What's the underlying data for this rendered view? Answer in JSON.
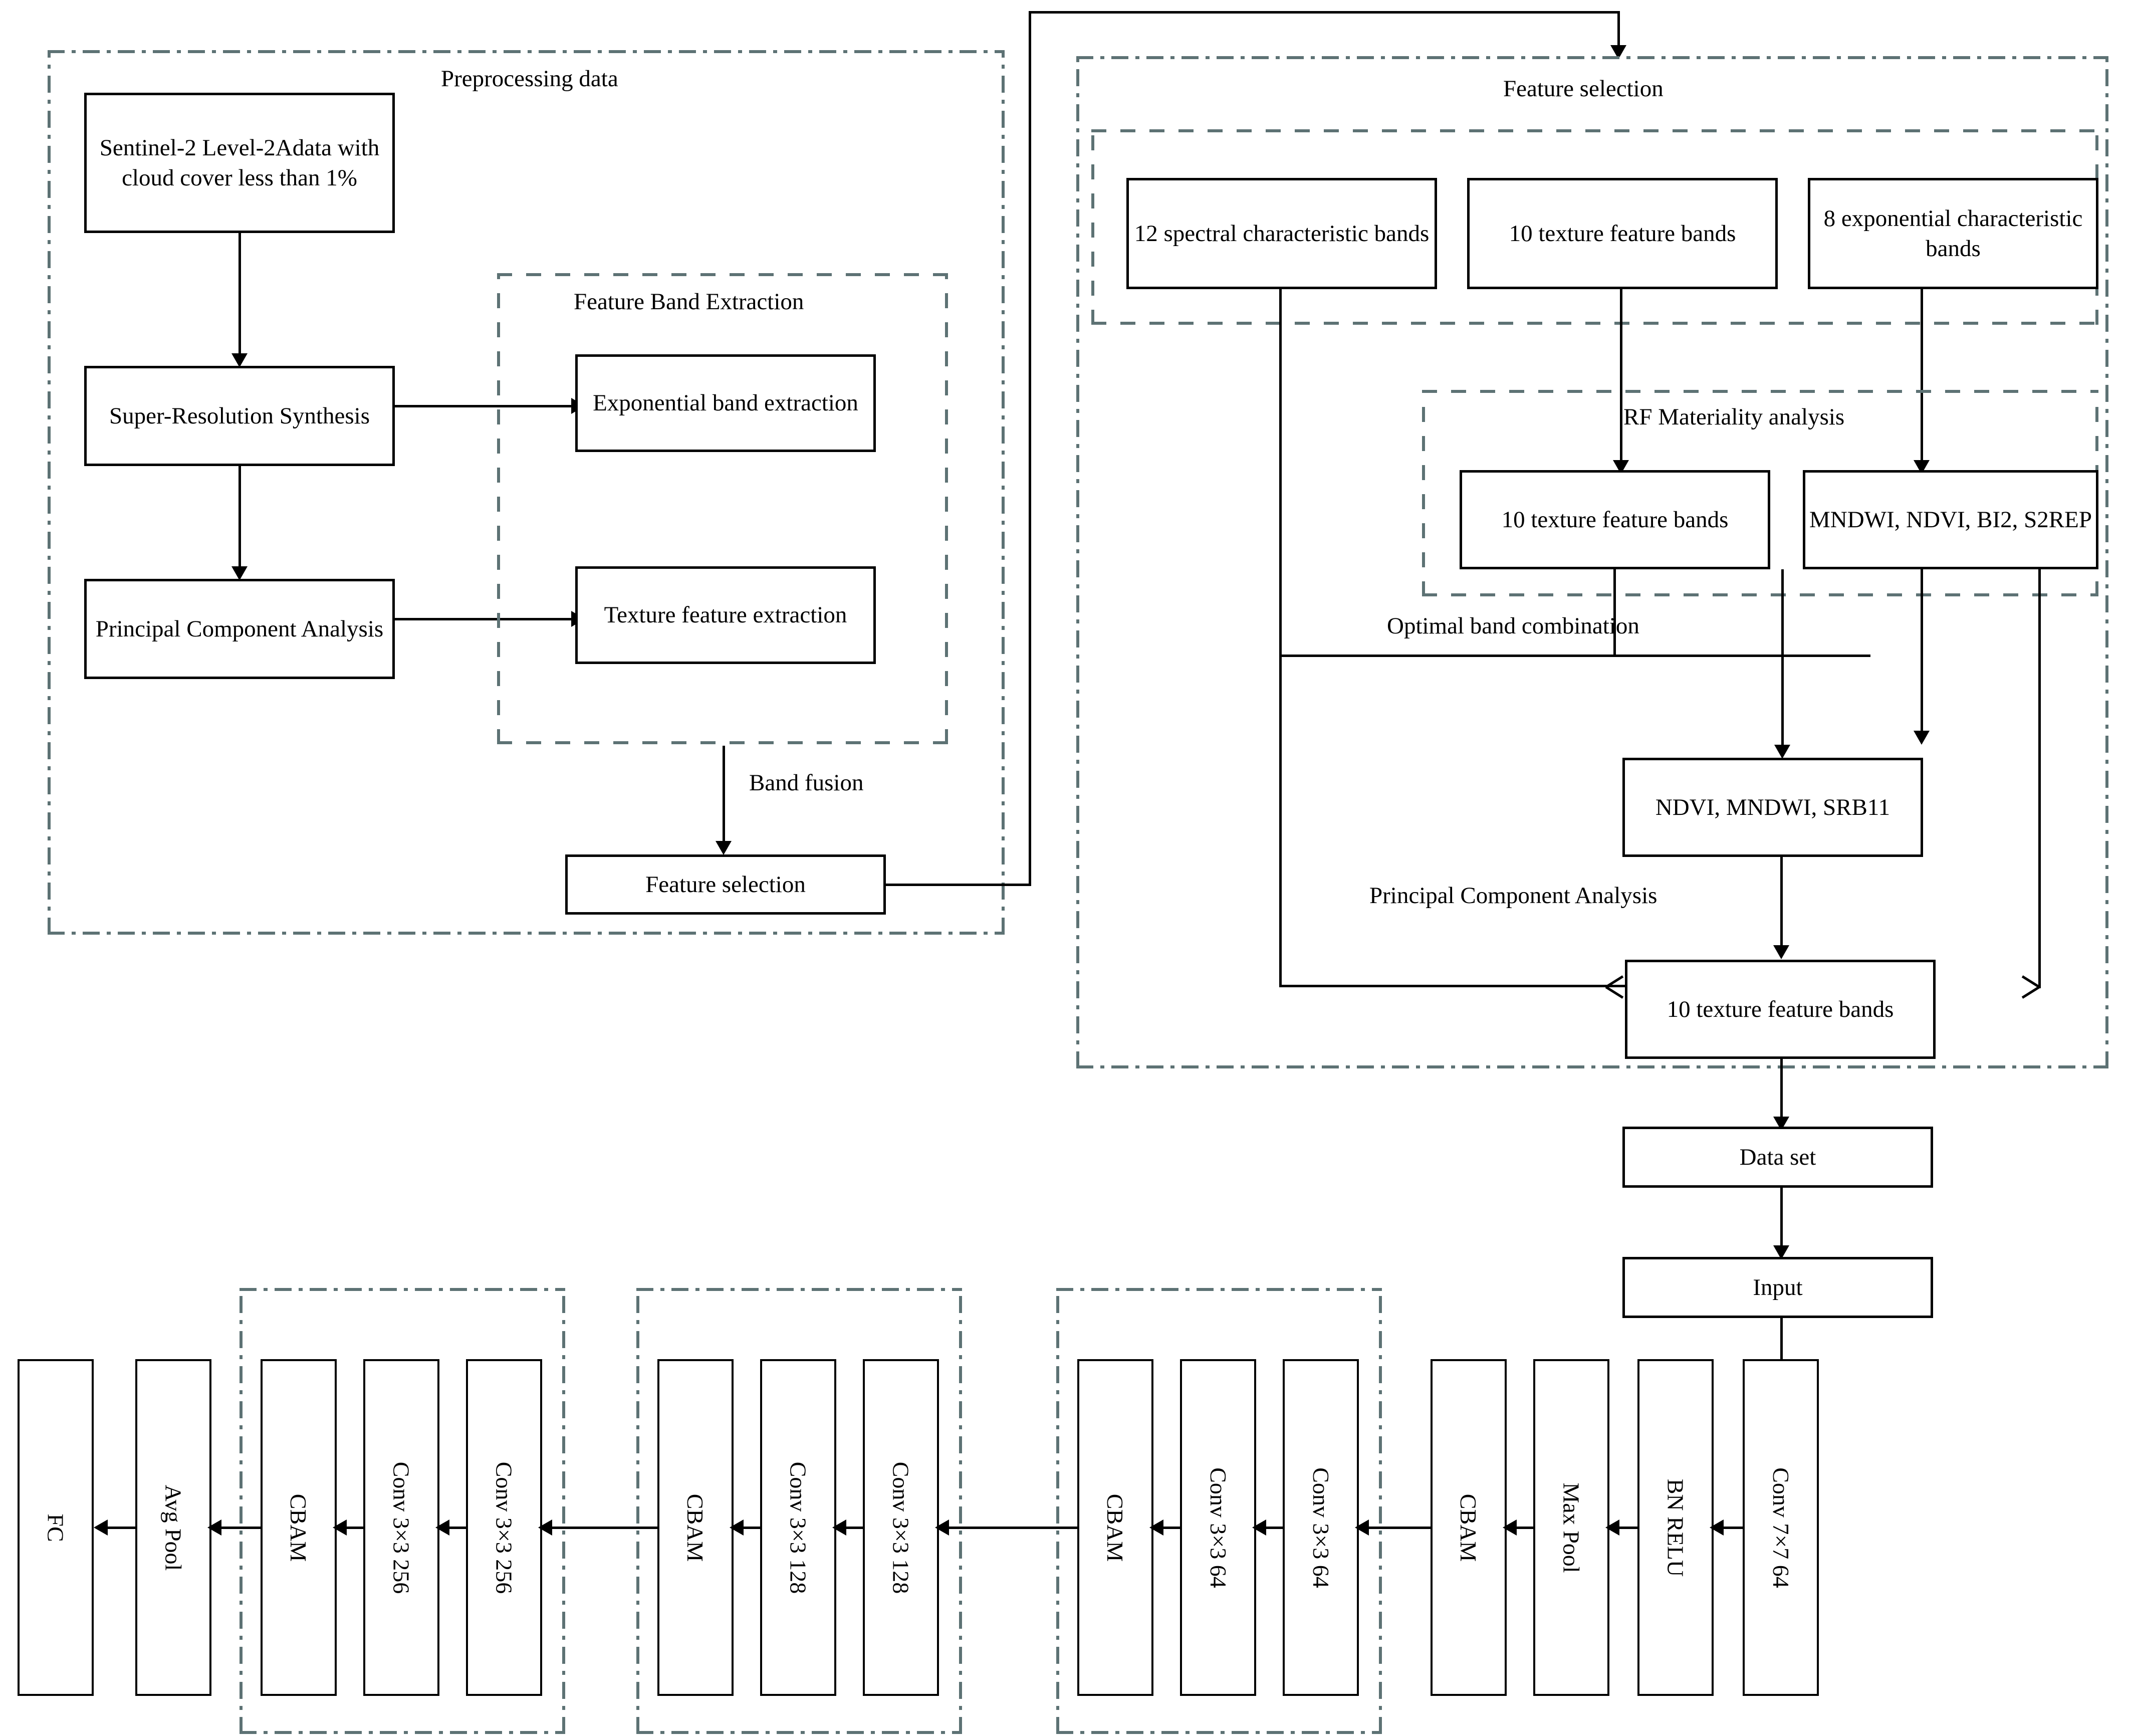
{
  "diagram": {
    "title_preprocessing": "Preprocessing data",
    "title_feature_selection": "Feature selection",
    "title_feature_band_extraction": "Feature Band Extraction",
    "title_rf_materiality": "RF Materiality analysis"
  },
  "preprocessing": {
    "panel_label": "Preprocessing data",
    "boxes": {
      "sentinel": "Sentinel-2 Level-2Adata with cloud cover less than 1%",
      "super_resolution": "Super-Resolution Synthesis",
      "pca": "Principal Component Analysis",
      "feature_selection": "Feature selection"
    },
    "sub_panel": {
      "label": "Feature Band Extraction",
      "boxes": {
        "exponential": "Exponential band extraction",
        "texture": "Texture feature extraction"
      }
    },
    "edge_labels": {
      "band_fusion": "Band fusion"
    }
  },
  "feature_selection": {
    "panel_label": "Feature selection",
    "bands_row": [
      "12 spectral characteristic bands",
      "10 texture feature bands",
      "8 exponential characteristic bands"
    ],
    "rf_panel": {
      "label": "RF Materiality analysis",
      "boxes": [
        "10 texture feature bands",
        "MNDWI, NDVI, BI2, S2REP"
      ]
    },
    "edge_labels": {
      "optimal_band_combination": "Optimal band combination",
      "principal_component_analysis": "Principal Component Analysis"
    },
    "boxes": {
      "ndvi_mndwi_srb11": "NDVI, MNDWI, SRB11",
      "texture_bands_out": "10 texture feature bands"
    }
  },
  "pipeline": {
    "data_set": "Data set",
    "input": "Input"
  },
  "network": {
    "layers": [
      {
        "name": "fc",
        "label": "FC",
        "grouped": false
      },
      {
        "name": "avg-pool",
        "label": "Avg Pool",
        "grouped": false
      },
      {
        "name": "cbam-256",
        "label": "CBAM",
        "grouped": true
      },
      {
        "name": "conv-256-b",
        "label": "Conv 3×3  256",
        "grouped": true
      },
      {
        "name": "conv-256-a",
        "label": "Conv 3×3  256",
        "grouped": true
      },
      {
        "name": "cbam-128",
        "label": "CBAM",
        "grouped": true
      },
      {
        "name": "conv-128-b",
        "label": "Conv 3×3  128",
        "grouped": true
      },
      {
        "name": "conv-128-a",
        "label": "Conv 3×3  128",
        "grouped": true
      },
      {
        "name": "cbam-64",
        "label": "CBAM",
        "grouped": true
      },
      {
        "name": "conv-64-b",
        "label": "Conv 3×3  64",
        "grouped": true
      },
      {
        "name": "conv-64-a",
        "label": "Conv 3×3  64",
        "grouped": true
      },
      {
        "name": "cbam-stem",
        "label": "CBAM",
        "grouped": false
      },
      {
        "name": "max-pool",
        "label": "Max Pool",
        "grouped": false
      },
      {
        "name": "bn-relu",
        "label": "BN RELU",
        "grouped": false
      },
      {
        "name": "conv-7x7",
        "label": "Conv 7×7 64",
        "grouped": false
      }
    ]
  },
  "colors": {
    "panel_border": "#5d7274",
    "box_border": "#000000",
    "background": "#ffffff"
  }
}
